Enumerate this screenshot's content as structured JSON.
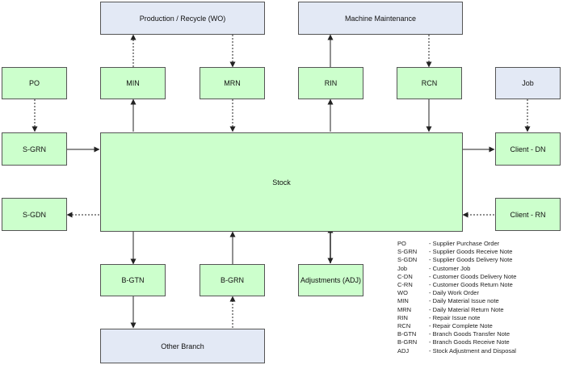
{
  "nodes": {
    "production": "Production / Recycle (WO)",
    "maintenance": "Machine Maintenance",
    "po": "PO",
    "min": "MIN",
    "mrn": "MRN",
    "rin": "RIN",
    "rcn": "RCN",
    "job": "Job",
    "sgrn": "S-GRN",
    "stock": "Stock",
    "client_dn": "Client - DN",
    "sgdn": "S-GDN",
    "client_rn": "Client - RN",
    "bgtn": "B-GTN",
    "bgrn": "B-GRN",
    "adj": "Adjustments (ADJ)",
    "other_branch": "Other Branch"
  },
  "legend": [
    {
      "abbr": "PO",
      "desc": "- Supplier Purchase Order"
    },
    {
      "abbr": "S-GRN",
      "desc": "- Supplier Goods Receive Note"
    },
    {
      "abbr": "S-GDN",
      "desc": "- Supplier Goods Delivery Note"
    },
    {
      "abbr": "Job",
      "desc": "- Customer Job"
    },
    {
      "abbr": "C-DN",
      "desc": "- Customer Goods Delivery Note"
    },
    {
      "abbr": "C-RN",
      "desc": "- Customer Goods Return Note"
    },
    {
      "abbr": "WO",
      "desc": "- Daily Work Order"
    },
    {
      "abbr": "MIN",
      "desc": "- Daily Material Issue note"
    },
    {
      "abbr": "MRN",
      "desc": "- Daily Material Return Note"
    },
    {
      "abbr": "RIN",
      "desc": "- Repair Issue note"
    },
    {
      "abbr": "RCN",
      "desc": "- Repair Complete Note"
    },
    {
      "abbr": "B-GTN",
      "desc": "- Branch Goods Transfer Note"
    },
    {
      "abbr": "B-GRN",
      "desc": "- Branch Goods Receive Note"
    },
    {
      "abbr": "ADJ",
      "desc": "- Stock Adjustment and Disposal"
    }
  ]
}
